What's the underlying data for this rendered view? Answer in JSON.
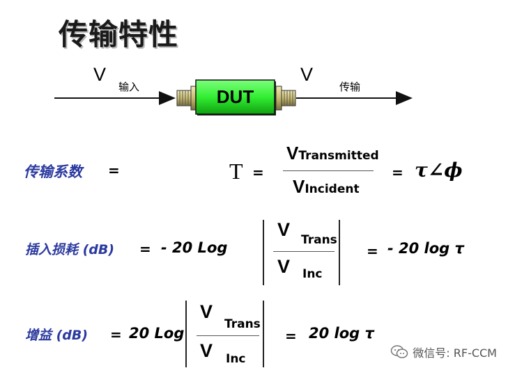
{
  "title": "传输特性",
  "diagram": {
    "v_in": "V",
    "v_in_label": "输入",
    "dut": "DUT",
    "v_out": "V",
    "v_out_label": "传输"
  },
  "row1": {
    "label": "传输系数",
    "eq": "=",
    "T": "T",
    "eq2": "=",
    "num_v": "V",
    "num_sub": "Transmitted",
    "den_v": "V",
    "den_sub": "Incident",
    "eq3": "=",
    "result": "τ∠ϕ"
  },
  "row2": {
    "label": "插入损耗 (dB)",
    "eq": "=",
    "expr": "- 20 Log",
    "num_v": "V",
    "num_sub": "Trans",
    "den_v": "V",
    "den_sub": "Inc",
    "eq2": "=",
    "result": "- 20 log τ"
  },
  "row3": {
    "label": "增益  (dB)",
    "eq": "=",
    "expr": "20 Log",
    "num_v": "V",
    "num_sub": "Trans",
    "den_v": "V",
    "den_sub": "Inc",
    "eq2": "=",
    "result": "20 log τ"
  },
  "watermark": {
    "text": "微信号: RF-CCM",
    "icon": "wechat-icon"
  },
  "colors": {
    "dut_fill": "#33ee33",
    "label_blue": "#2b3a9f"
  }
}
